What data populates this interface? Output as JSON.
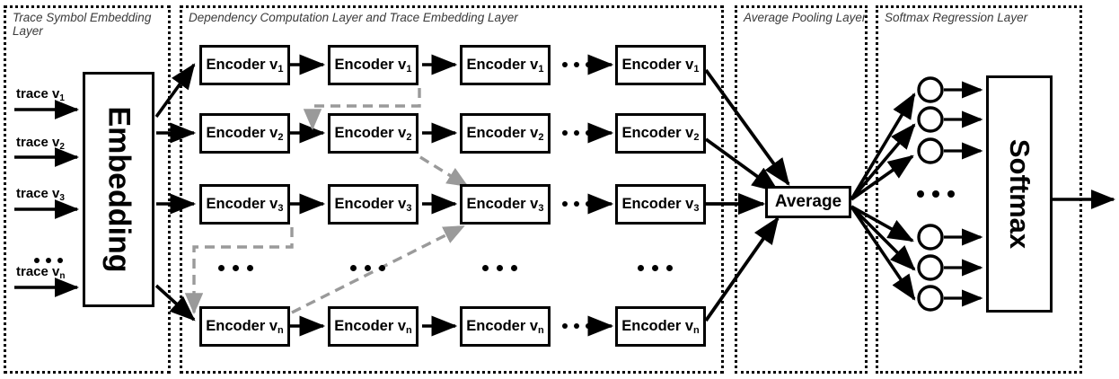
{
  "diagram": {
    "title": "Neural network architecture pipeline",
    "colors": {
      "line": "#000000",
      "dashed_dependency": "#9a9a9a",
      "panel_border": "#000000",
      "panel_label": "#3a3a3a",
      "background": "#ffffff"
    }
  },
  "panels": [
    {
      "id": "trace-symbol-embedding-layer",
      "label": "Trace Symbol Embedding Layer"
    },
    {
      "id": "dependency-computation-layer",
      "label": "Dependency Computation Layer and Trace Embedding Layer"
    },
    {
      "id": "average-pooling-layer",
      "label": "Average Pooling Layer"
    },
    {
      "id": "softmax-regression-layer",
      "label": "Softmax Regression Layer"
    }
  ],
  "inputs": {
    "traces": [
      {
        "label": "trace v",
        "sub": "1"
      },
      {
        "label": "trace v",
        "sub": "2"
      },
      {
        "label": "trace v",
        "sub": "3"
      },
      {
        "label": "trace v",
        "sub": "n"
      }
    ],
    "ellipsis": "•••"
  },
  "embedding": {
    "label": "Embedding"
  },
  "encoders": {
    "rows": [
      {
        "label": "Encoder v",
        "sub": "1"
      },
      {
        "label": "Encoder v",
        "sub": "2"
      },
      {
        "label": "Encoder v",
        "sub": "3"
      },
      {
        "label": "Encoder v",
        "sub": "n"
      }
    ],
    "columns": 4,
    "column_ellipsis": "•••",
    "row_ellipsis": "•••"
  },
  "pooling": {
    "label": "Average"
  },
  "softmax": {
    "label": "Softmax",
    "units_visible": 6,
    "unit_ellipsis": "•••"
  }
}
